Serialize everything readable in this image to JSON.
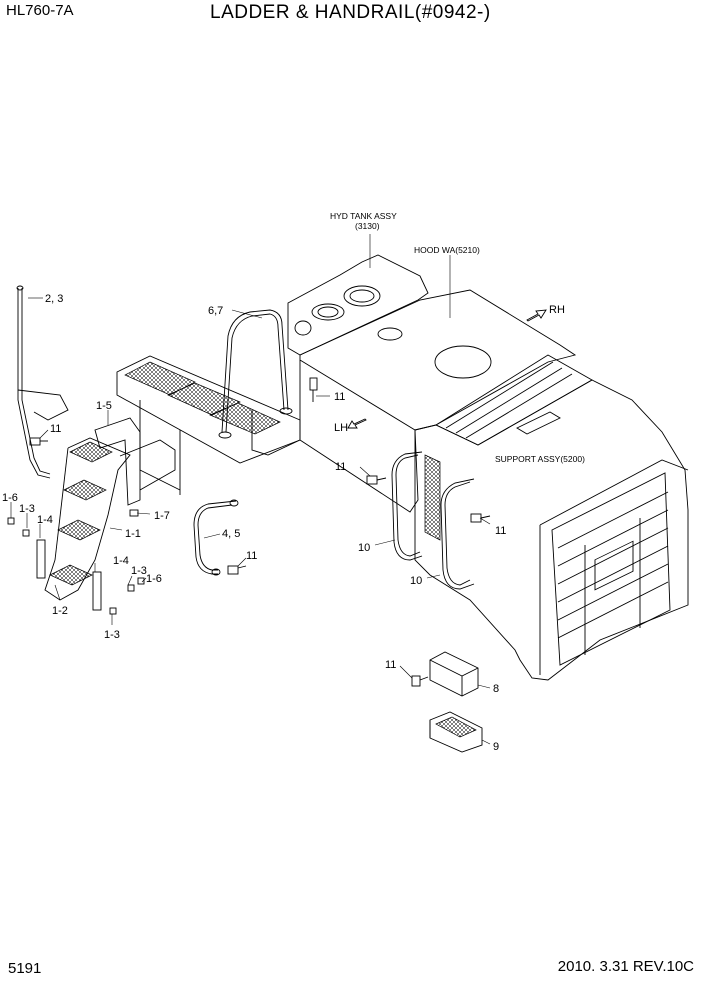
{
  "header": {
    "model": "HL760-7A",
    "title": "LADDER & HANDRAIL(#0942-)"
  },
  "footer": {
    "page_number": "5191",
    "revision": "2010. 3.31  REV.10C"
  },
  "references": {
    "hyd_tank_line1": "HYD TANK ASSY",
    "hyd_tank_line2": "(3130)",
    "hood": "HOOD WA(5210)",
    "support": "SUPPORT ASSY(5200)",
    "rh": "RH",
    "lh": "LH"
  },
  "callouts": {
    "c2_3": "2, 3",
    "c6_7": "6,7",
    "c11_a": "11",
    "c11_b": "11",
    "c11_c": "11",
    "c11_d": "11",
    "c11_e": "11",
    "c11_f": "11",
    "c1_5": "1-5",
    "c1_6a": "1-6",
    "c1_3a": "1-3",
    "c1_4a": "1-4",
    "c1_7": "1-7",
    "c1_1": "1-1",
    "c4_5": "4, 5",
    "c1_4b": "1-4",
    "c1_3b": "1-3",
    "c1_6b": "1-6",
    "c1_2": "1-2",
    "c1_3c": "1-3",
    "c10_a": "10",
    "c10_b": "10",
    "c8": "8",
    "c9": "9"
  }
}
